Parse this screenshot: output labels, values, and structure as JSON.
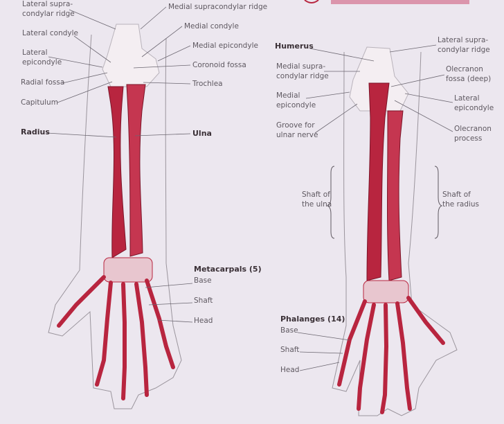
{
  "colors": {
    "background": "#ece7ef",
    "bone": "#b8253f",
    "bone_light": "#f4eef2",
    "line": "#6b6670",
    "skin": "#9a949c"
  },
  "anterior": {
    "lateral_supracondylar_ridge": [
      "Lateral supra-",
      "condylar ridge"
    ],
    "medial_supracondylar_ridge": "Medial supracondylar ridge",
    "lateral_condyle": "Lateral condyle",
    "medial_condyle": "Medial condyle",
    "lateral_epicondyle": [
      "Lateral",
      "epicondyle"
    ],
    "medial_epicondyle": "Medial epicondyle",
    "coronoid_fossa": "Coronoid fossa",
    "radial_fossa": "Radial fossa",
    "trochlea": "Trochlea",
    "capitulum": "Capitulum",
    "radius": "Radius",
    "ulna": "Ulna",
    "metacarpals": "Metacarpals (5)",
    "base": "Base",
    "shaft": "Shaft",
    "head": "Head"
  },
  "posterior": {
    "humerus": "Humerus",
    "lateral_supracondylar_ridge": [
      "Lateral supra-",
      "condylar ridge"
    ],
    "medial_supracondylar_ridge": [
      "Medial supra-",
      "condylar ridge"
    ],
    "olecranon_fossa": [
      "Olecranon",
      "fossa (deep)"
    ],
    "medial_epicondyle": [
      "Medial",
      "epicondyle"
    ],
    "lateral_epicondyle": [
      "Lateral",
      "epicondyle"
    ],
    "groove_ulnar_nerve": [
      "Groove for",
      "ulnar nerve"
    ],
    "olecranon_process": [
      "Olecranon",
      "process"
    ],
    "shaft_ulna": [
      "Shaft of",
      "the ulna"
    ],
    "shaft_radius": [
      "Shaft of",
      "the radius"
    ],
    "phalanges": "Phalanges (14)",
    "base": "Base",
    "shaft": "Shaft",
    "head": "Head"
  }
}
